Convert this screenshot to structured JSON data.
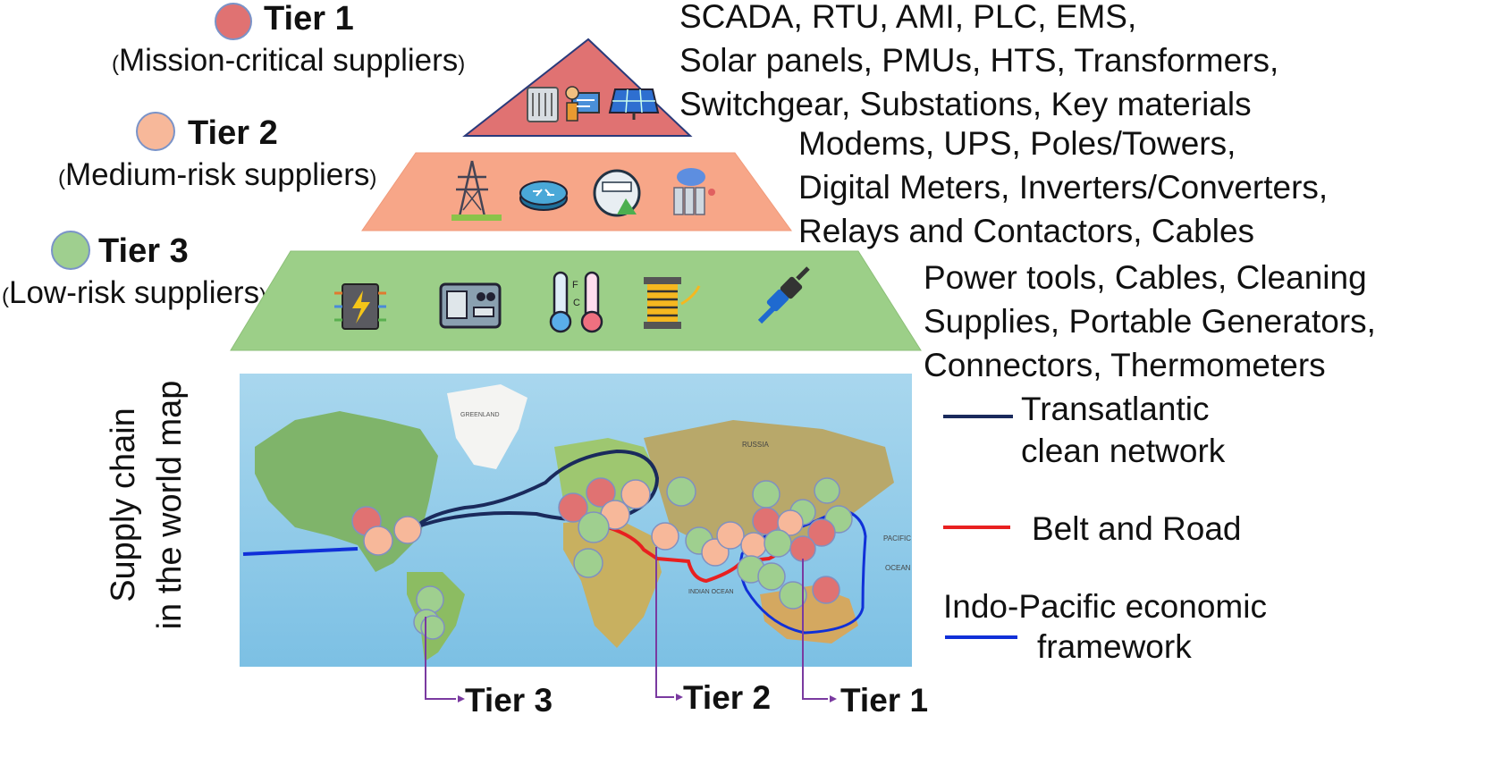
{
  "tiers": [
    {
      "title": "Tier 1",
      "subtitle": "Mission-critical suppliers",
      "color": "#e07272",
      "items": [
        "SCADA, RTU, AMI, PLC, EMS,",
        "Solar panels, PMUs, HTS, Transformers,",
        "Switchgear, Substations, Key materials"
      ],
      "icons": [
        "transformer-icon",
        "engineer-dashboard-icon",
        "solar-panel-icon"
      ]
    },
    {
      "title": "Tier 2",
      "subtitle": "Medium-risk suppliers",
      "color": "#f7b89a",
      "items": [
        "Modems, UPS, Poles/Towers,",
        "Digital Meters, Inverters/Converters,",
        "Relays and Contactors, Cables"
      ],
      "icons": [
        "transmission-tower-icon",
        "router-icon",
        "digital-meter-icon",
        "cloud-server-icon"
      ]
    },
    {
      "title": "Tier 3",
      "subtitle": "Low-risk suppliers",
      "color": "#9fcf8f",
      "items": [
        "Power tools, Cables, Cleaning",
        "Supplies, Portable Generators,",
        "Connectors, Thermometers"
      ],
      "icons": [
        "electric-chip-icon",
        "portable-generator-icon",
        "thermometer-icon",
        "cable-spool-icon",
        "plug-connector-icon"
      ]
    }
  ],
  "pyramid_colors": {
    "tier1": "#e07272",
    "tier2": "#f7a688",
    "tier3": "#9ccf88"
  },
  "map": {
    "title_line1": "Supply chain",
    "title_line2": "in the world map",
    "place_labels": {
      "greenland": "GREENLAND",
      "russia": "RUSSIA",
      "pacific1": "PACIFIC",
      "pacific2": "OCEAN",
      "indian": "INDIAN OCEAN"
    }
  },
  "legend": [
    {
      "line1": "Transatlantic",
      "line2": "clean network",
      "color": "#1a2a5c"
    },
    {
      "line1": "Belt and Road",
      "line2": "",
      "color": "#e82020"
    },
    {
      "line1": "Indo-Pacific economic",
      "line2": "framework",
      "color": "#1030d8"
    }
  ],
  "bottom_labels": {
    "tier3": "Tier 3",
    "tier2": "Tier 2",
    "tier1": "Tier 1"
  },
  "arrow_color": "#7a3aa0"
}
